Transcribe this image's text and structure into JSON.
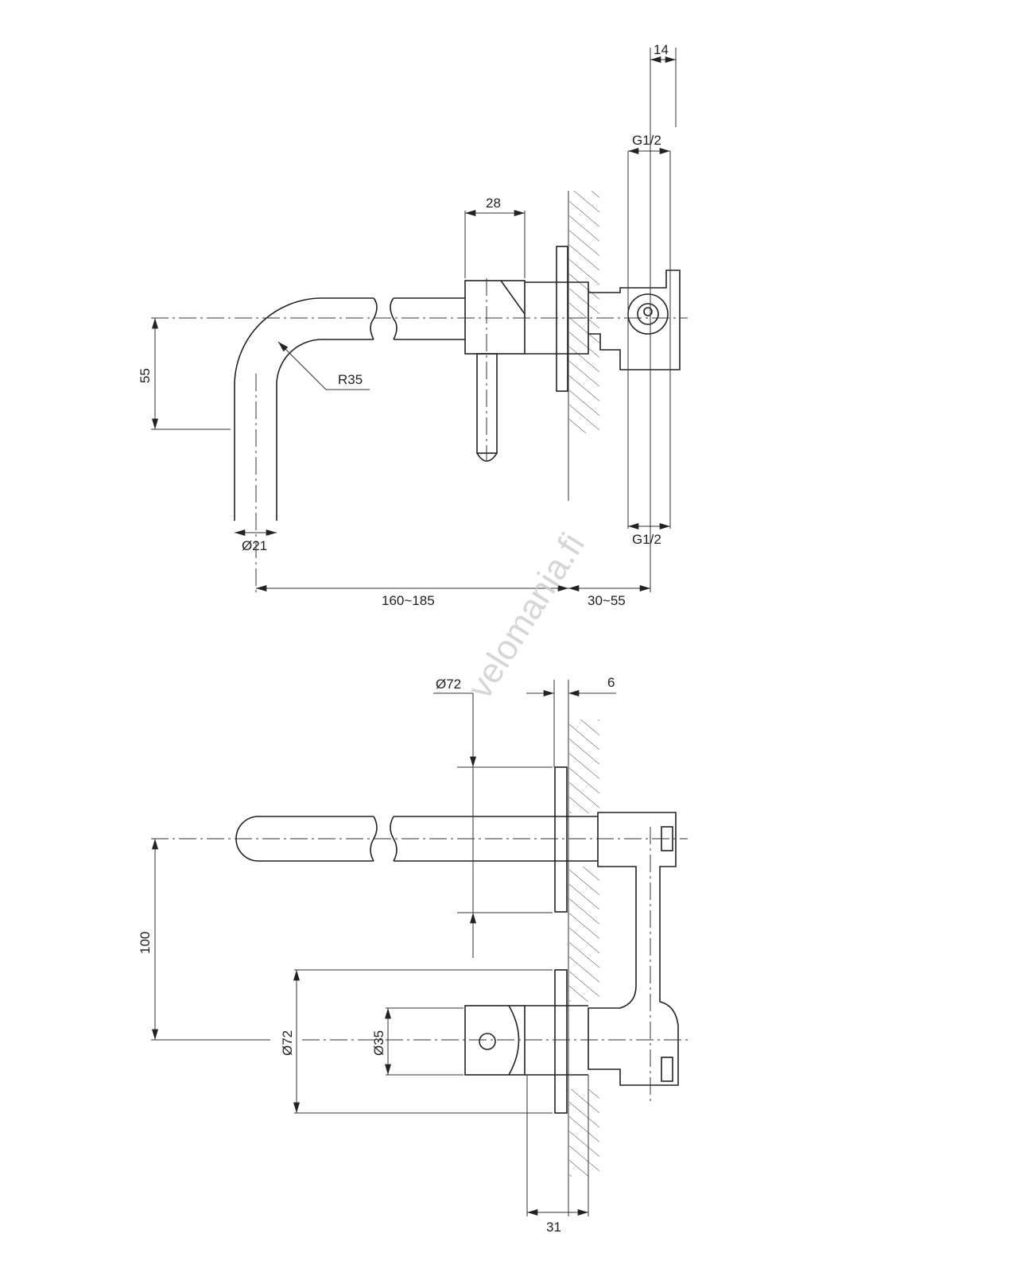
{
  "top_view": {
    "dim_14": "14",
    "dim_g12_top": "G1/2",
    "dim_28": "28",
    "dim_55": "55",
    "dim_r35": "R35",
    "dim_d21": "Ø21",
    "dim_g12_bottom": "G1/2",
    "dim_160_185": "160~185",
    "dim_30_55": "30~55"
  },
  "bottom_view": {
    "dim_d72_top": "Ø72",
    "dim_6": "6",
    "dim_100": "100",
    "dim_d72_side": "Ø72",
    "dim_d35": "Ø35",
    "dim_31": "31"
  },
  "watermark": "velomania.fi"
}
